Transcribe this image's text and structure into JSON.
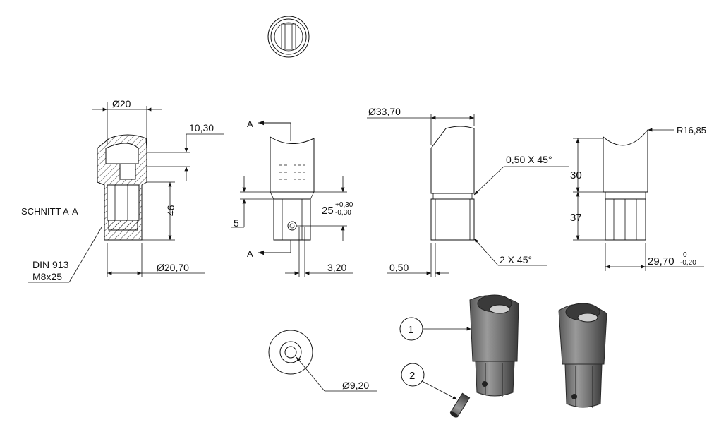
{
  "labels": {
    "dia_20": "Ø20",
    "dim_10_30": "10,30",
    "section": "SCHNITT A-A",
    "dim_46": "46",
    "din": "DIN 913",
    "m8": "M8x25",
    "dia_20_70": "Ø20,70",
    "sec_a_top": "A",
    "sec_a_bottom": "A",
    "dim_25": "25",
    "tol_25_plus": "+0,30",
    "tol_25_minus": "-0,30",
    "dim_5": "5",
    "dim_3_20": "3,20",
    "dia_33_70": "Ø33,70",
    "chamfer_top": "0,50 X 45°",
    "chamfer_bottom": "2 X 45°",
    "dim_0_50": "0,50",
    "r_16_85": "R16,85",
    "dim_30": "30",
    "dim_37": "37",
    "dim_29_70": "29,70",
    "tol_29_plus": "0",
    "tol_29_minus": "-0,20",
    "dia_9_20": "Ø9,20",
    "balloon_1": "1",
    "balloon_2": "2"
  },
  "colors": {
    "line": "#111111",
    "metal_dark": "#4a4a4a",
    "metal_light": "#9a9a9a"
  }
}
